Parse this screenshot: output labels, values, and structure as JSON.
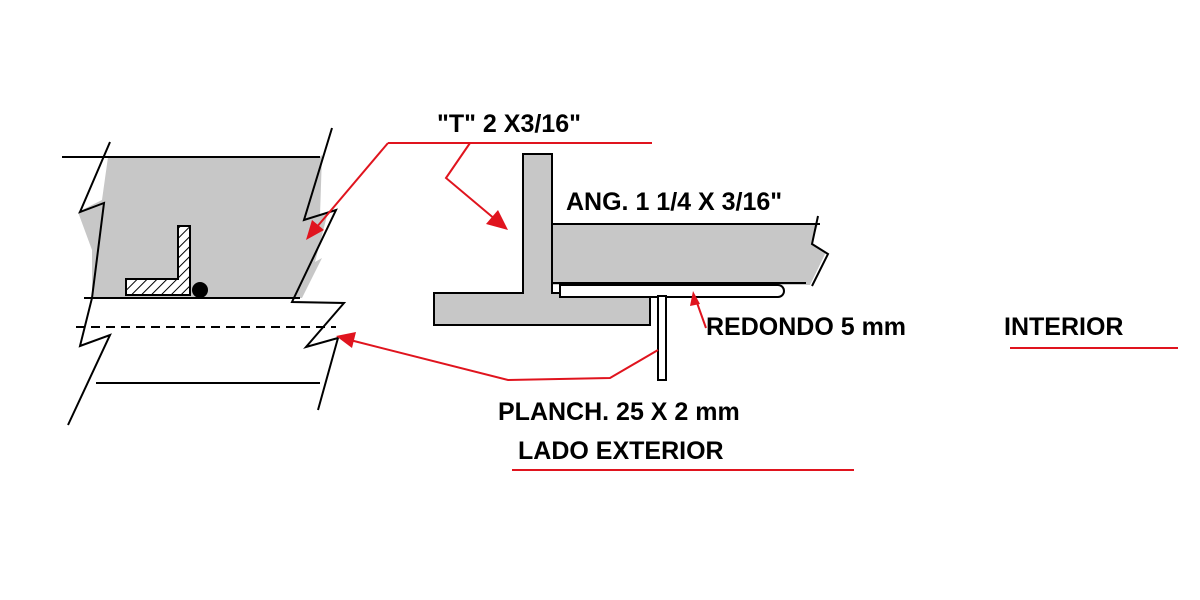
{
  "colors": {
    "background": "#ffffff",
    "section_fill": "#c7c7c7",
    "line": "#000000",
    "leader": "#e0141e"
  },
  "labels": {
    "t_profile": "\"T\" 2 X3/16\"",
    "angle_profile": "ANG. 1 1/4 X 3/16\"",
    "round_bar": "REDONDO 5 mm",
    "interior": "INTERIOR",
    "plate": "PLANCH. 25 X 2 mm",
    "exterior_side": "LADO EXTERIOR"
  }
}
